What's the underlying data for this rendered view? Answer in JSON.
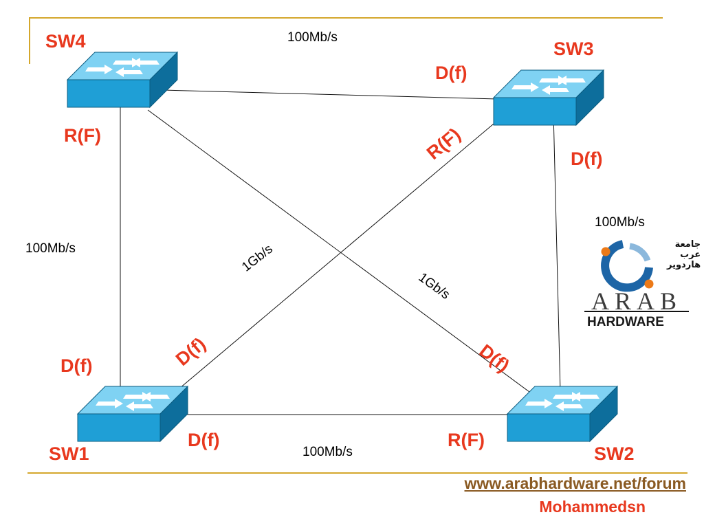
{
  "switches": [
    {
      "id": "sw4",
      "label": "SW4"
    },
    {
      "id": "sw3",
      "label": "SW3"
    },
    {
      "id": "sw1",
      "label": "SW1"
    },
    {
      "id": "sw2",
      "label": "SW2"
    }
  ],
  "ports": {
    "sw4_down": "R(F)",
    "sw3_left": "D(f)",
    "sw3_diag": "R(F)",
    "sw3_down": "D(f)",
    "sw1_up": "D(f)",
    "sw1_diag": "D(f)",
    "sw1_right": "D(f)",
    "sw2_diag": "D(f)",
    "sw2_left": "R(F)"
  },
  "links": {
    "top": "100Mb/s",
    "left": "100Mb/s",
    "right": "100Mb/s",
    "bottom": "100Mb/s",
    "diag_sw1_sw3": "1Gb/s",
    "diag_sw4_sw2": "1Gb/s"
  },
  "logo": {
    "arabic_line1": "جامعة",
    "arabic_line2": "عرب",
    "arabic_line3": "هاردوير",
    "wordmark": "ARAB",
    "subtitle": "HARDWARE"
  },
  "footer": {
    "url": "www.arabhardware.net/forum",
    "author": "Mohammedsn"
  },
  "colors": {
    "accent": "#e8381e",
    "switch_face": "#1f9fd6",
    "rule": "#d4a72c"
  }
}
